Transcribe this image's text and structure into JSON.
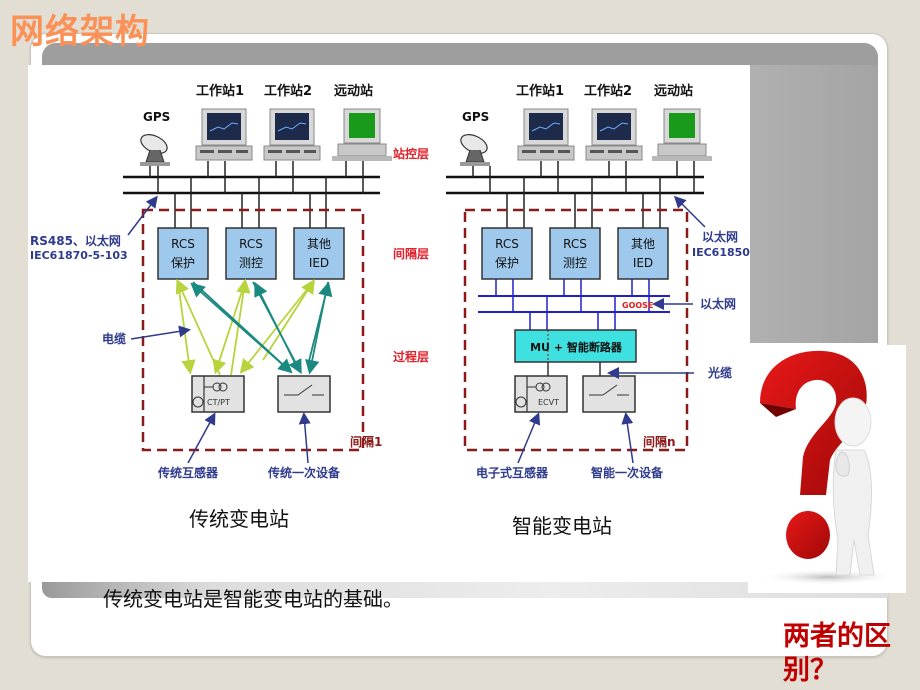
{
  "slide": {
    "title": "网络架构",
    "summary": "传统变电站是智能变电站的基础。",
    "question": "两者的区别？"
  },
  "colors": {
    "title": "#fb9156",
    "layer_label": "#e0202a",
    "annotation": "#2f3b8c",
    "ied_box": "#9ec8ec",
    "smart_box": "#3fe0e0",
    "dashed_border": "#8b1a1a",
    "lan_blue": "#2020c8",
    "question": "#c00000"
  },
  "layers": {
    "station": "站控层",
    "bay": "间隔层",
    "process": "过程层"
  },
  "traditional": {
    "caption": "传统变电站",
    "gps": "GPS",
    "workstations": [
      "工作站1",
      "工作站2",
      "远动站"
    ],
    "ieds": [
      {
        "line1": "RCS",
        "line2": "保护"
      },
      {
        "line1": "RCS",
        "line2": "测控"
      },
      {
        "line1": "其他",
        "line2": "IED"
      }
    ],
    "network_label_1": "RS485、以太网",
    "network_label_2": "IEC61870-5-103",
    "cable_label": "电缆",
    "ctpt_label": "CT/PT",
    "bay_label": "间隔1",
    "transformer_label": "传统互感器",
    "primary_label": "传统一次设备"
  },
  "smart": {
    "caption": "智能变电站",
    "gps": "GPS",
    "workstations": [
      "工作站1",
      "工作站2",
      "远动站"
    ],
    "ieds": [
      {
        "line1": "RCS",
        "line2": "保护"
      },
      {
        "line1": "RCS",
        "line2": "测控"
      },
      {
        "line1": "其他",
        "line2": "IED"
      }
    ],
    "network_label_1": "以太网",
    "network_label_2": "IEC61850",
    "goose_label": "GOOSE",
    "process_network_label": "以太网",
    "mu_label": "MU + 智能断路器",
    "fiber_label": "光缆",
    "ecvt_label": "ECVT",
    "bay_label": "间隔n",
    "transformer_label": "电子式互感器",
    "primary_label": "智能一次设备"
  }
}
